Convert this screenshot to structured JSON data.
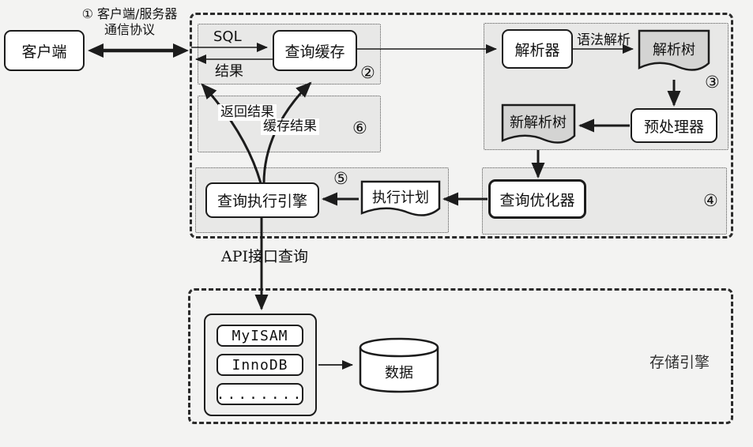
{
  "colors": {
    "page-bg": "#f3f3f2",
    "region-bg": "#e8e8e7",
    "box-bg": "#ffffff",
    "doc-fill": "#d4d4d3",
    "stroke": "#1c1c1c",
    "text": "#111111"
  },
  "client": {
    "label": "客户端"
  },
  "protocol": {
    "line1": "① 客户端/服务器",
    "line2": "通信协议"
  },
  "server": {
    "sql_label": "SQL",
    "result_label": "结果",
    "query_cache": "查询缓存",
    "step2": "②",
    "parser": "解析器",
    "syntax_label": "语法解析",
    "parse_tree": "解析树",
    "step3": "③",
    "preprocessor": "预处理器",
    "new_parse_tree": "新解析树",
    "return_result_label": "返回结果",
    "cache_result_label": "缓存结果",
    "step6": "⑥",
    "exec_engine": "查询执行引擎",
    "step5": "⑤",
    "exec_plan": "执行计划",
    "optimizer": "查询优化器",
    "step4": "④"
  },
  "api_label": "API接口查询",
  "storage": {
    "title": "存储引擎",
    "engines": [
      "MyISAM",
      "InnoDB",
      "........"
    ],
    "data_label": "数据"
  }
}
